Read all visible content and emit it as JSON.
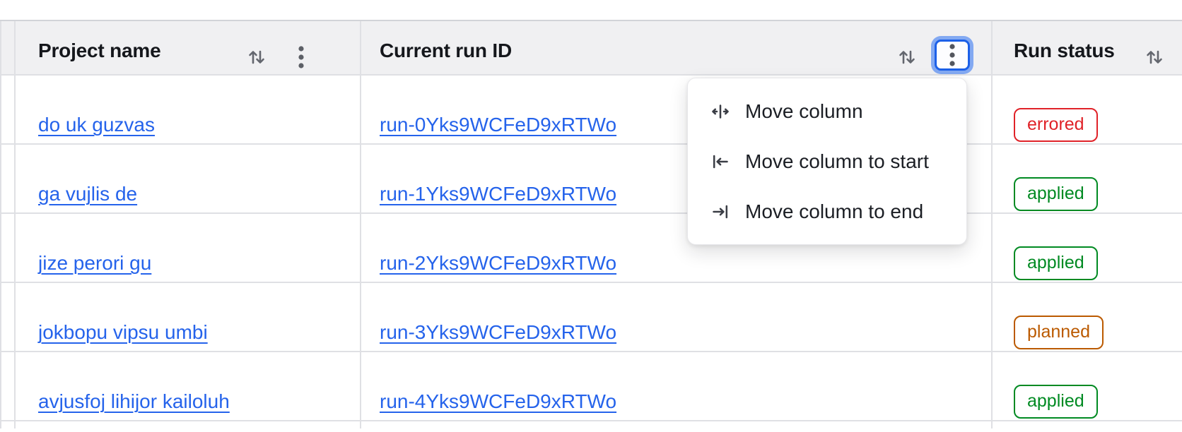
{
  "table": {
    "columns": [
      {
        "id": "spacer",
        "label": ""
      },
      {
        "id": "project-name",
        "label": "Project name",
        "sortable": true,
        "has_overflow_menu": true
      },
      {
        "id": "current-run-id",
        "label": "Current run ID",
        "sortable": true,
        "has_overflow_menu": true,
        "overflow_menu_focused": true,
        "menu_open": true
      },
      {
        "id": "run-status",
        "label": "Run status",
        "sortable": true
      }
    ],
    "rows": [
      {
        "project": "do uk guzvas",
        "run_id": "run-0Yks9WCFeD9xRTWo",
        "status": "errored"
      },
      {
        "project": "ga vujlis de",
        "run_id": "run-1Yks9WCFeD9xRTWo",
        "status": "applied"
      },
      {
        "project": "jize perori gu",
        "run_id": "run-2Yks9WCFeD9xRTWo",
        "status": "applied"
      },
      {
        "project": "jokbopu vipsu umbi",
        "run_id": "run-3Yks9WCFeD9xRTWo",
        "status": "planned"
      },
      {
        "project": "avjusfoj lihijor kailoluh",
        "run_id": "run-4Yks9WCFeD9xRTWo",
        "status": "applied"
      }
    ]
  },
  "menu": {
    "items": [
      {
        "label": "Move column",
        "icon": "move-column-icon"
      },
      {
        "label": "Move column to start",
        "icon": "move-column-to-start-icon"
      },
      {
        "label": "Move column to end",
        "icon": "move-column-to-end-icon"
      }
    ]
  },
  "icons": {
    "sort": "sort-arrows-icon",
    "overflow": "kebab-menu-icon"
  },
  "colors": {
    "link": "#2563eb",
    "header_bg": "#f0f0f2",
    "focus_ring_outer": "#83a9f2",
    "focus_ring_border": "#1c60e8",
    "status": {
      "errored": "#e02228",
      "applied": "#008a22",
      "planned": "#bb5a00"
    }
  }
}
